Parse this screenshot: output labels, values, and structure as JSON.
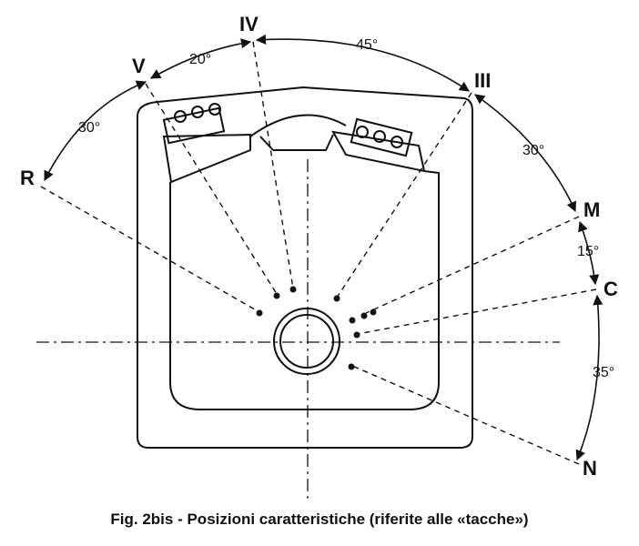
{
  "figure": {
    "caption": "Fig. 2bis - Posizioni caratteristiche (riferite alle «tacche»)",
    "positions": [
      {
        "id": "R",
        "label": "R"
      },
      {
        "id": "V",
        "label": "V"
      },
      {
        "id": "IV",
        "label": "IV"
      },
      {
        "id": "III",
        "label": "III"
      },
      {
        "id": "M",
        "label": "M"
      },
      {
        "id": "C",
        "label": "C"
      },
      {
        "id": "N",
        "label": "N"
      }
    ],
    "angles": [
      {
        "from": "R",
        "to": "V",
        "label": "30°"
      },
      {
        "from": "V",
        "to": "IV",
        "label": "20°"
      },
      {
        "from": "IV",
        "to": "III",
        "label": "45°"
      },
      {
        "from": "III",
        "to": "M",
        "label": "30°"
      },
      {
        "from": "M",
        "to": "C",
        "label": "15°"
      },
      {
        "from": "C",
        "to": "N",
        "label": "35°"
      }
    ]
  }
}
